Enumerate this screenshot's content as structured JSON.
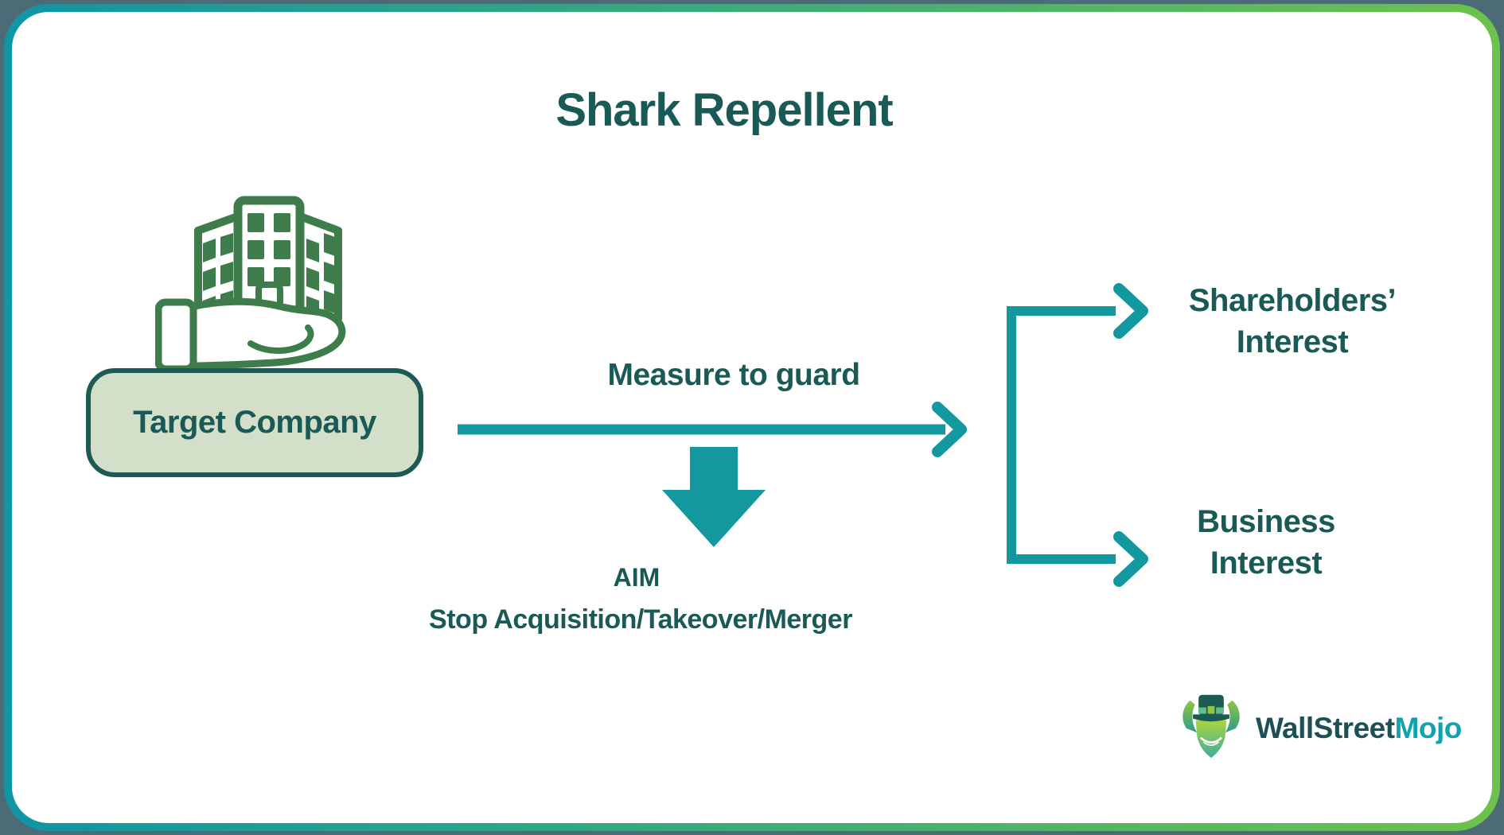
{
  "page": {
    "title": "Shark Repellent"
  },
  "palette": {
    "background_outside": "#4b6c77",
    "card_background": "#ffffff",
    "border_gradient_left": "#0f96a5",
    "border_gradient_right": "#6cc24c",
    "heading_text": "#1a5a56",
    "arrow_teal": "#12989e",
    "node_fill": "#d3dfc8",
    "node_border": "#1d5a54",
    "icon_green": "#3e7c4b",
    "logo_dark": "#1d4f57",
    "logo_accent": "#11a3ad"
  },
  "diagram": {
    "source": {
      "label": "Target Company",
      "icon": "hand-holding-building-icon"
    },
    "flow_label": "Measure to guard",
    "aim": {
      "heading": "AIM",
      "description": "Stop Acquisition/Takeover/Merger"
    },
    "outcomes": [
      {
        "line1": "Shareholders’",
        "line2": "Interest"
      },
      {
        "line1": "Business",
        "line2": "Interest"
      }
    ]
  },
  "branding": {
    "name_part1": "WallStreet",
    "name_part2": "Mojo",
    "mascot": "bull-mascot-icon"
  }
}
